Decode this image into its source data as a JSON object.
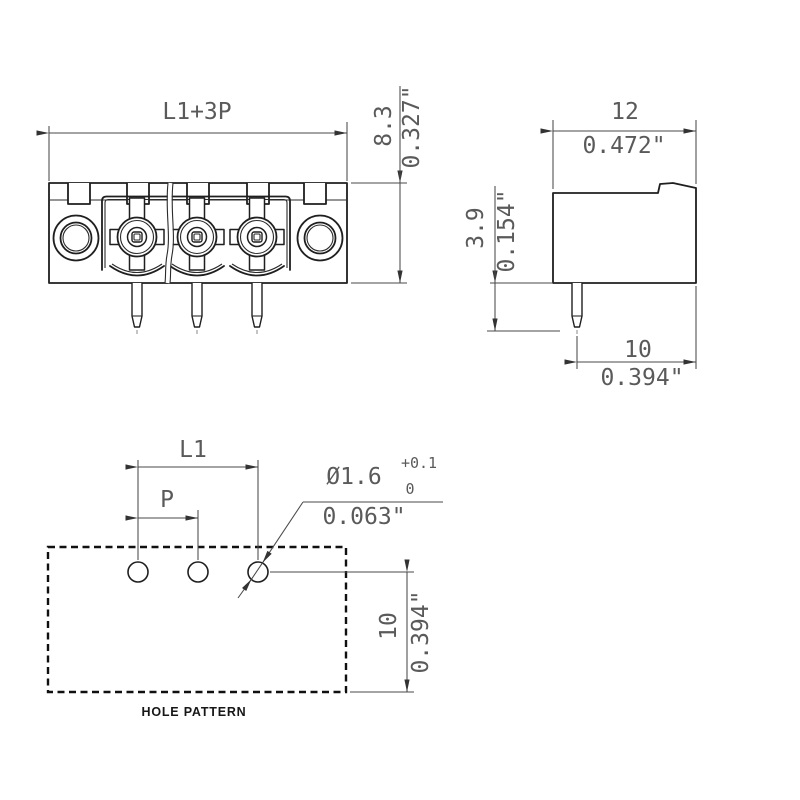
{
  "front_view": {
    "width_label": "L1+3P",
    "height_mm": "8.3",
    "height_in": "0.327\""
  },
  "side_view": {
    "width_mm": "12",
    "width_in": "0.472\"",
    "pin_mm": "3.9",
    "pin_in": "0.154\"",
    "depth_mm": "10",
    "depth_in": "0.394\""
  },
  "hole_pattern": {
    "caption": "HOLE PATTERN",
    "span_label": "L1",
    "pitch_label": "P",
    "dia_mm": "Ø1.6",
    "tol_upper": "+0.1",
    "tol_lower": "0",
    "dia_in": "0.063\"",
    "offset_mm": "10",
    "offset_in": "0.394\""
  },
  "colors": {
    "line": "#1f1f1f",
    "dim_text": "#5a5a5a",
    "background": "#ffffff"
  }
}
